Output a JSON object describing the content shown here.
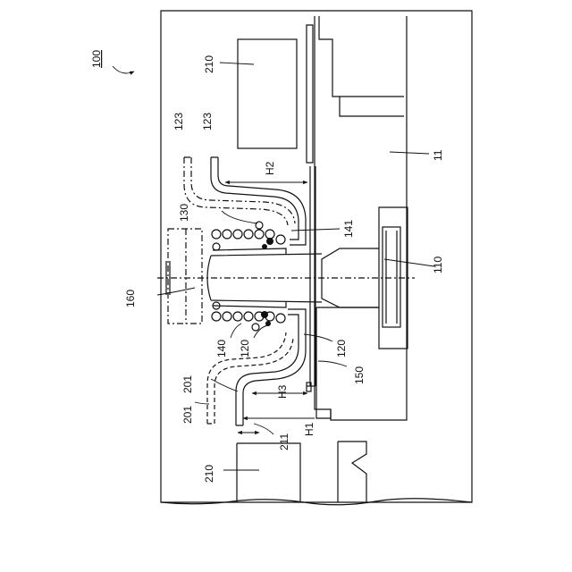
{
  "figure": {
    "ref_main": "100",
    "labels": {
      "l11": "11",
      "l110": "110",
      "l120a": "120",
      "l120b": "120",
      "l123a": "123",
      "l123b": "123",
      "l130": "130",
      "l140": "140",
      "l141": "141",
      "l150": "150",
      "l160": "160",
      "l201a": "201",
      "l201b": "201",
      "l210a": "210",
      "l210b": "210",
      "l211": "211",
      "lH1": "H1",
      "lH2": "H2",
      "lH3": "H3"
    }
  }
}
